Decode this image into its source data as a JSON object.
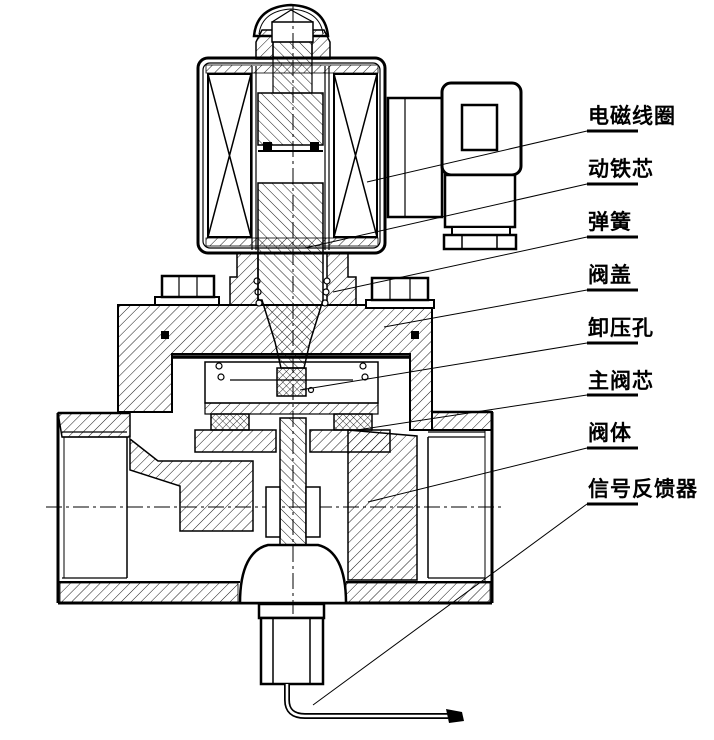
{
  "diagram": {
    "kind": "solenoid-valve-cross-section",
    "colors": {
      "ink": "#000000",
      "paper": "#ffffff"
    }
  },
  "labels": [
    {
      "id": "solenoid-coil",
      "text": "电磁线圈"
    },
    {
      "id": "armature",
      "text": "动铁芯"
    },
    {
      "id": "spring",
      "text": "弹簧"
    },
    {
      "id": "bonnet",
      "text": "阀盖"
    },
    {
      "id": "relief-hole",
      "text": "卸压孔"
    },
    {
      "id": "main-valve-core",
      "text": "主阀芯"
    },
    {
      "id": "valve-body",
      "text": "阀体"
    },
    {
      "id": "signal-feedback",
      "text": "信号反馈器"
    }
  ]
}
